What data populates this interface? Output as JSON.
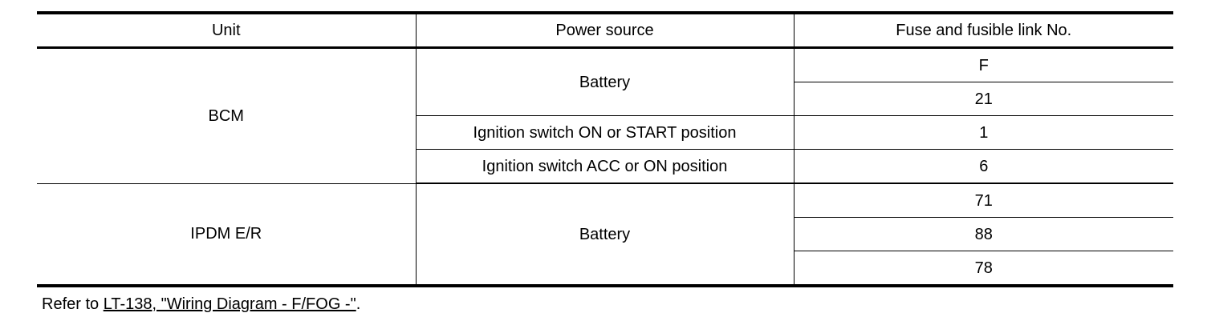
{
  "table": {
    "headers": [
      "Unit",
      "Power source",
      "Fuse and fusible link No."
    ],
    "groups": [
      {
        "unit": "BCM",
        "sources": [
          {
            "power_source": "Battery",
            "fuses": [
              "F",
              "21"
            ]
          },
          {
            "power_source": "Ignition switch ON or START position",
            "fuses": [
              "1"
            ]
          },
          {
            "power_source": "Ignition switch ACC or ON position",
            "fuses": [
              "6"
            ]
          }
        ]
      },
      {
        "unit": "IPDM E/R",
        "sources": [
          {
            "power_source": "Battery",
            "fuses": [
              "71",
              "88",
              "78"
            ]
          }
        ]
      }
    ]
  },
  "note": {
    "prefix": "Refer to ",
    "link": "LT-138, \"Wiring Diagram - F/FOG -\"",
    "suffix": "."
  }
}
